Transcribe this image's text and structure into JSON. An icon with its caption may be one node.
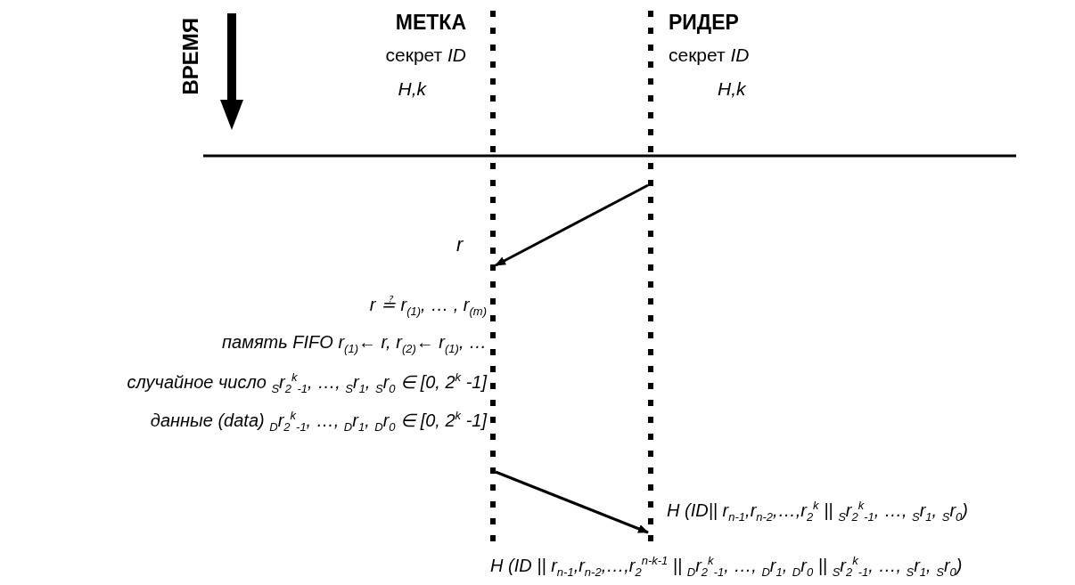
{
  "diagram": {
    "nodes": [
      {
        "text": [
          "МЕТКА",
          "секрет *ID*",
          "H,k"
        ]
      },
      {
        "text": [
          "РИДЕР",
          "секрет *ID*",
          "H,k"
        ]
      },
      {
        "text": [],
        "shape": "line"
      },
      {
        "text": [],
        "shape": "line"
      }
    ],
    "edges": [
      {
        "from": 3,
        "to": 2,
        "arrow": "to",
        "label": "r"
      },
      {
        "from": 2,
        "to": 3,
        "arrow": "to",
        "label": "H (ID|| r$_{n-1}$,r$_{n-2}$,…,r$_{2}$$^{k}$ || $_{S}$r$_{2}$$^{k}$$_{-1}$, …, $_{S}$r$_{1}$, $_{S}$r$_{0}$)"
      }
    ],
    "labels": [
      "ВРЕМЯ",
      "r ≟ r$_{(1)}$, … , r$_{(m)}$",
      "память FIFO r$_{(1)}$← r, r$_{(2)}$← r$_{(1)}$, …",
      "случайное число $_{S}$r$_{2}$$^{k}$$_{-1}$, …, $_{S}$r$_{1}$, $_{S}$r$_{0}$ ∈ [0, 2$^{k}$ -1]",
      "данные (data) $_{D}$r$_{2}$$^{k}$$_{-1}$, …, $_{D}$r$_{1}$, $_{D}$r$_{0}$ ∈ [0, 2$^{k}$ -1]",
      "H (ID || r$_{n-1}$,r$_{n-2}$,…,r$_{2}$$^{n-k-1}$ || $_{D}$r$_{2}$$^{k}$$_{-1}$, …, $_{D}$r$_{1}$, $_{D}$r$_{0}$ || $_{S}$r$_{2}$$^{k}$$_{-1}$, …, $_{S}$r$_{1}$, $_{S}$r$_{0}$)"
    ]
  }
}
